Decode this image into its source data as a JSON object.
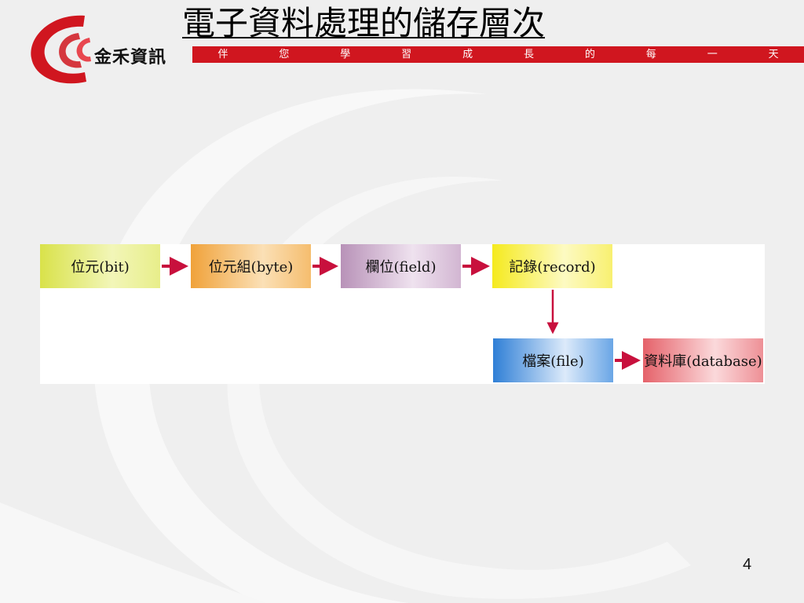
{
  "header": {
    "brand": "金禾資訊",
    "title": "電子資料處理的儲存層次",
    "slogan": [
      "伴",
      "您",
      "學",
      "習",
      "成",
      "長",
      "的",
      "每",
      "一",
      "天"
    ]
  },
  "diagram": {
    "nodes": {
      "bit": "位元(bit)",
      "byte": "位元組(byte)",
      "field": "欄位(field)",
      "record": "記錄(record)",
      "file": "檔案(file)",
      "database": "資料庫(database)"
    }
  },
  "footer": {
    "page_number": "4"
  },
  "colors": {
    "brand_red": "#d0161f",
    "arrow": "#c8103d"
  }
}
